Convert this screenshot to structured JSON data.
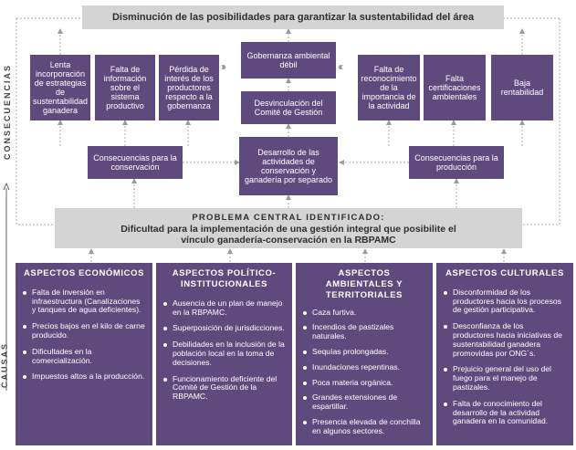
{
  "top_banner": "Disminución de las posibilidades para garantizar la sustentabilidad del área",
  "side_labels": {
    "consequences": "CONSECUENCIAS",
    "causes": "CAUSAS"
  },
  "consequence_boxes": {
    "lenta": "Lenta incorporación de estrategias de sustentabilidad ganadera",
    "falta_informacion": "Falta de información sobre el sistema productivo",
    "perdida_interes": "Pérdida de interés de los productores respecto a la gobernanza",
    "gobernanza": "Gobernanza ambiental débil",
    "desvinculacion": "Desvinculación del Comité de Gestión",
    "falta_reconocimiento": "Falta de reconocimiento de la importancia de la actividad",
    "falta_certificaciones": "Falta certificaciones ambientales",
    "baja_rentabilidad": "Baja rentabilidad",
    "cons_conservacion": "Consecuencias para la conservación",
    "desarrollo_separado": "Desarrollo de las actividades de conservación y ganadería por separado",
    "cons_produccion": "Consecuencias para la producción"
  },
  "central_problem": {
    "heading": "PROBLEMA CENTRAL IDENTIFICADO:",
    "line1": "Dificultad para la implementación de una gestión integral que posibilite el",
    "line2": "vínculo ganadería-conservación en la RBPAMC"
  },
  "cause_columns": [
    {
      "title": "ASPECTOS ECONÓMICOS",
      "items": [
        "Falta de inversión en infraestructura (Canalizaciones y tanques de agua deficientes).",
        "Precios bajos en el kilo de carne producido.",
        "Dificultades en la comercialización.",
        "Impuestos altos a la producción."
      ]
    },
    {
      "title": "ASPECTOS POLÍTICO-INSTITUCIONALES",
      "items": [
        "Ausencia de un plan de manejo en la RBPAMC.",
        "Superposición de jurisdicciones.",
        "Debilidades en la inclusión de la población local en la toma de decisiones.",
        "Funcionamiento deficiente del Comité de Gestión de la RBPAMC."
      ]
    },
    {
      "title": "ASPECTOS AMBIENTALES Y TERRITORIALES",
      "items": [
        "Caza furtiva.",
        "Incendios de pastizales naturales.",
        "Sequías prolongadas.",
        "Inundaciones repentinas.",
        "Poca materia orgánica.",
        "Grandes extensiones de espartillar.",
        "Presencia elevada de conchilla en algunos sectores."
      ]
    },
    {
      "title": "ASPECTOS CULTURALES",
      "items": [
        "Disconformidad de los productores hacia los procesos de gestión participativa.",
        "Desconfianza de los productores hacia iniciativas de sustentabilidad ganadera promovidas por ONG´s.",
        "Prejuicio general del uso del fuego para el manejo de pastizales.",
        "Falta de conocimiento del desarrollo de la actividad ganadera en la comunidad."
      ]
    }
  ],
  "colors": {
    "purple": "#5f4a7e",
    "grey": "#d4d4d4",
    "arrow": "#9a9a9a"
  }
}
